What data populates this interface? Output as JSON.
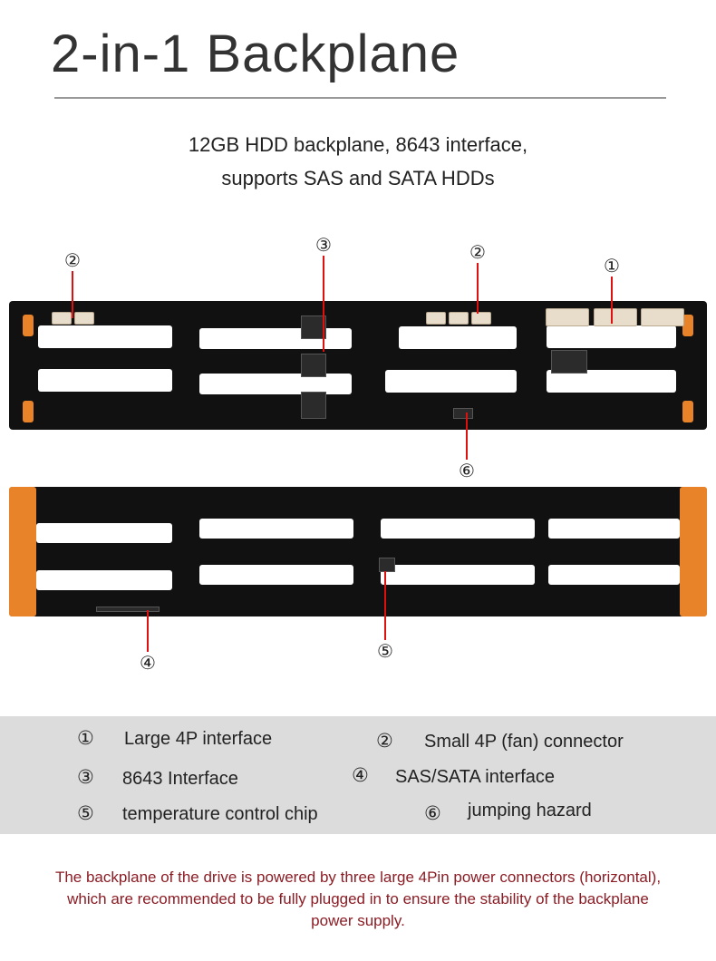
{
  "header": {
    "title": "2-in-1 Backplane",
    "subtitle_line1": "12GB HDD backplane, 8643 interface,",
    "subtitle_line2": "supports SAS and SATA HDDs"
  },
  "callouts": {
    "c1": "①",
    "c2a": "②",
    "c2b": "②",
    "c3": "③",
    "c4": "④",
    "c5": "⑤",
    "c6": "⑥"
  },
  "legend": [
    {
      "num": "①",
      "label": "Large 4P interface"
    },
    {
      "num": "②",
      "label": "Small 4P (fan) connector"
    },
    {
      "num": "③",
      "label": "8643 Interface"
    },
    {
      "num": "④",
      "label": "SAS/SATA interface"
    },
    {
      "num": "⑤",
      "label": "temperature control chip"
    },
    {
      "num": "⑥",
      "label": "jumping hazard"
    }
  ],
  "note": {
    "line1": "The backplane of the drive is powered by three large 4Pin power connectors (horizontal),",
    "line2": "which are recommended to be fully plugged in to ensure the stability of the backplane",
    "line3": "power supply."
  },
  "colors": {
    "callout_line": "#e01010",
    "note_text": "#8b1c24",
    "legend_bg": "#dcdcdc",
    "board": "#111111",
    "accent_orange": "#e8832a"
  }
}
